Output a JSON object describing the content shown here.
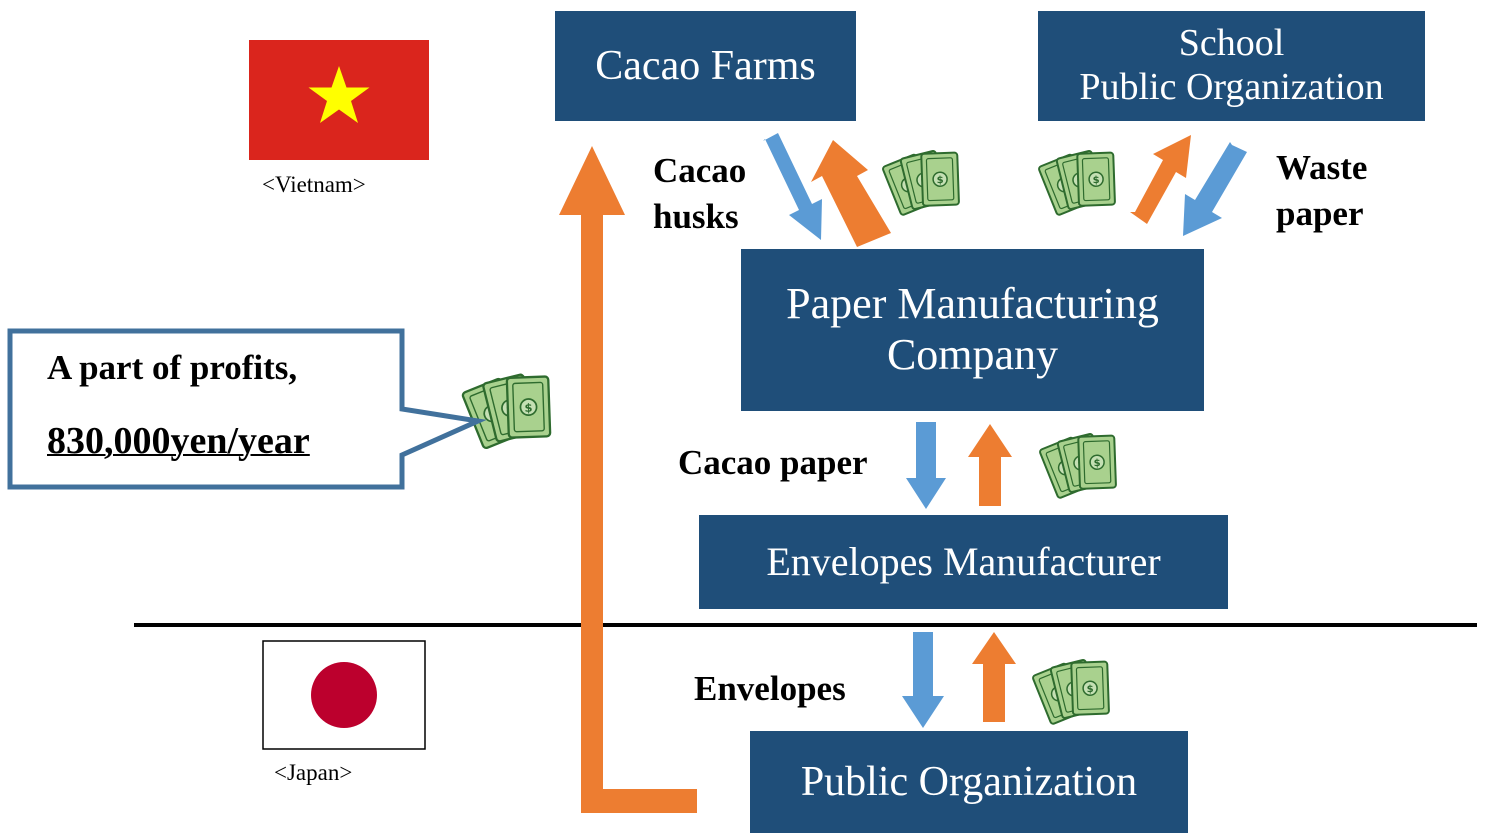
{
  "countries": {
    "vietnam": {
      "label": "<Vietnam>",
      "flag_red": "#da251d",
      "star_yellow": "#ffff00"
    },
    "japan": {
      "label": "<Japan>",
      "flag_red": "#bc002d"
    }
  },
  "nodes": {
    "cacao_farms": {
      "label": "Cacao Farms"
    },
    "school_org_line1": {
      "label": "School"
    },
    "school_org_line2": {
      "label": "Public Organization"
    },
    "paper_mfg_line1": {
      "label": "Paper Manufacturing"
    },
    "paper_mfg_line2": {
      "label": "Company"
    },
    "envelopes_mfr": {
      "label": "Envelopes Manufacturer"
    },
    "public_org": {
      "label": "Public Organization"
    }
  },
  "flows": {
    "cacao_husks_line1": "Cacao",
    "cacao_husks_line2": "husks",
    "waste_paper_line1": "Waste",
    "waste_paper_line2": "paper",
    "cacao_paper": "Cacao paper",
    "envelopes": "Envelopes"
  },
  "callout": {
    "line1": "A part of profits,",
    "line2": "830,000yen/year"
  },
  "colors": {
    "box_fill": "#1f4e79",
    "goods_arrow": "#5b9bd5",
    "money_arrow": "#ed7d31",
    "callout_border": "#41719c",
    "divider": "#000000",
    "bill_green": "#a9d18e",
    "bill_dark": "#2e6b2e"
  },
  "icons": [
    "money-bills-icon"
  ]
}
